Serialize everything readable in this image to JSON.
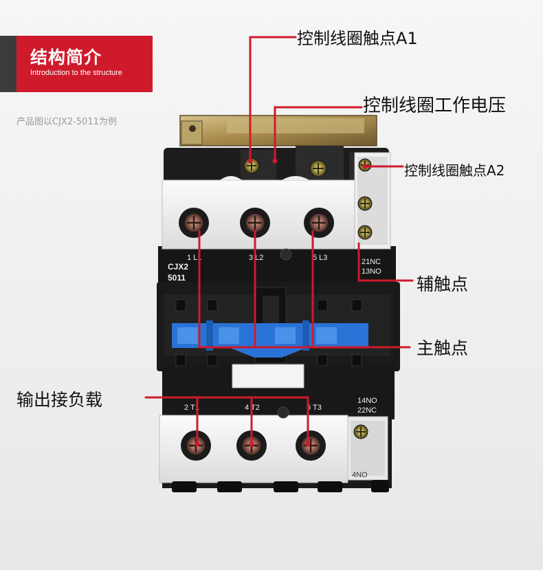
{
  "header": {
    "title": "结构简介",
    "subtitle": "Introduction to the structure",
    "caption": "产品图以CJX2-5011为例"
  },
  "labels": {
    "coil_a1": "控制线圈触点A1",
    "coil_voltage": "控制线圈工作电压",
    "coil_a2": "控制线圈触点A2",
    "auxiliary": "辅触点",
    "main": "主触点",
    "output": "输出接负载"
  },
  "device": {
    "model_line1": "CJX2",
    "model_line2": "5011",
    "top_terminals": [
      "1 L1",
      "3 L2",
      "5 L3"
    ],
    "aux_top_1": "21NC",
    "aux_top_2": "13NO",
    "bottom_terminals": [
      "2 T1",
      "4 T2",
      "6 T3"
    ],
    "aux_bottom_1": "14NO",
    "aux_bottom_2": "22NC",
    "bottom_tag": "4NO"
  },
  "colors": {
    "accent_red": "#cf1a2c",
    "header_dark": "#3b3b3b",
    "armature_blue": "#2a73d6"
  }
}
